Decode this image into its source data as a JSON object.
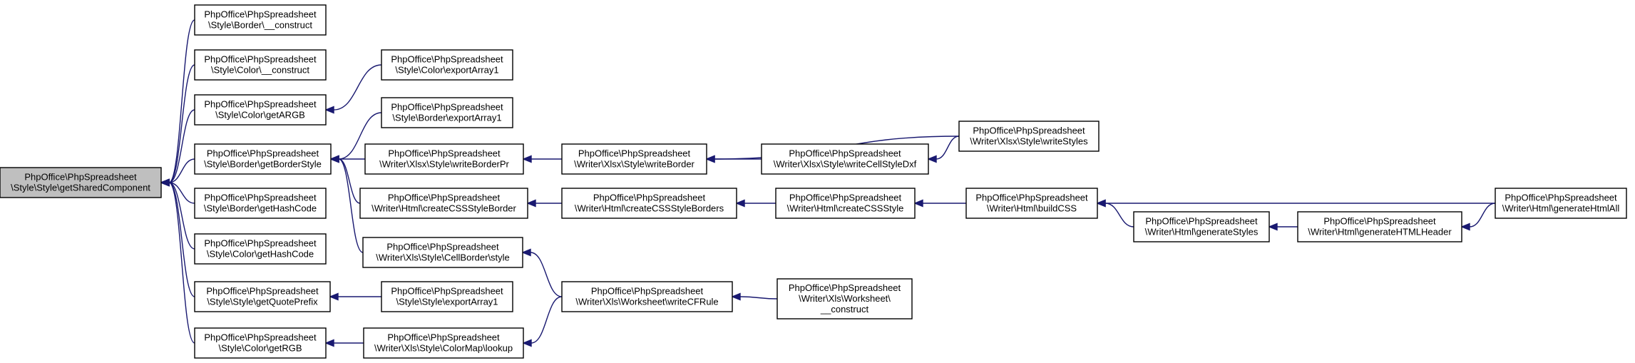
{
  "graph": {
    "title": "",
    "colors": {
      "edge": "#191970",
      "root_fill": "#bfbfbf",
      "node_fill": "#ffffff",
      "border": "#000000"
    },
    "nodes": [
      {
        "id": "root",
        "lines": [
          "PhpOffice\\PhpSpreadsheet",
          "\\Style\\Style\\getSharedComponent"
        ]
      },
      {
        "id": "border_construct",
        "lines": [
          "PhpOffice\\PhpSpreadsheet",
          "\\Style\\Border\\__construct"
        ]
      },
      {
        "id": "color_construct",
        "lines": [
          "PhpOffice\\PhpSpreadsheet",
          "\\Style\\Color\\__construct"
        ]
      },
      {
        "id": "color_getargb",
        "lines": [
          "PhpOffice\\PhpSpreadsheet",
          "\\Style\\Color\\getARGB"
        ]
      },
      {
        "id": "border_getborderstyle",
        "lines": [
          "PhpOffice\\PhpSpreadsheet",
          "\\Style\\Border\\getBorderStyle"
        ]
      },
      {
        "id": "border_gethashcode",
        "lines": [
          "PhpOffice\\PhpSpreadsheet",
          "\\Style\\Border\\getHashCode"
        ]
      },
      {
        "id": "color_gethashcode",
        "lines": [
          "PhpOffice\\PhpSpreadsheet",
          "\\Style\\Color\\getHashCode"
        ]
      },
      {
        "id": "style_getquoteprefix",
        "lines": [
          "PhpOffice\\PhpSpreadsheet",
          "\\Style\\Style\\getQuotePrefix"
        ]
      },
      {
        "id": "color_getrgb",
        "lines": [
          "PhpOffice\\PhpSpreadsheet",
          "\\Style\\Color\\getRGB"
        ]
      },
      {
        "id": "color_exportarray1",
        "lines": [
          "PhpOffice\\PhpSpreadsheet",
          "\\Style\\Color\\exportArray1"
        ]
      },
      {
        "id": "border_exportarray1",
        "lines": [
          "PhpOffice\\PhpSpreadsheet",
          "\\Style\\Border\\exportArray1"
        ]
      },
      {
        "id": "xlsx_writeborderpr",
        "lines": [
          "PhpOffice\\PhpSpreadsheet",
          "\\Writer\\Xlsx\\Style\\writeBorderPr"
        ]
      },
      {
        "id": "html_createcssstyleborder",
        "lines": [
          "PhpOffice\\PhpSpreadsheet",
          "\\Writer\\Html\\createCSSStyleBorder"
        ]
      },
      {
        "id": "xls_cellborder_style",
        "lines": [
          "PhpOffice\\PhpSpreadsheet",
          "\\Writer\\Xls\\Style\\CellBorder\\style"
        ]
      },
      {
        "id": "style_exportarray1",
        "lines": [
          "PhpOffice\\PhpSpreadsheet",
          "\\Style\\Style\\exportArray1"
        ]
      },
      {
        "id": "xls_colormap_lookup",
        "lines": [
          "PhpOffice\\PhpSpreadsheet",
          "\\Writer\\Xls\\Style\\ColorMap\\lookup"
        ]
      },
      {
        "id": "xlsx_writeborder",
        "lines": [
          "PhpOffice\\PhpSpreadsheet",
          "\\Writer\\Xlsx\\Style\\writeBorder"
        ]
      },
      {
        "id": "html_createcssstyleborders",
        "lines": [
          "PhpOffice\\PhpSpreadsheet",
          "\\Writer\\Html\\createCSSStyleBorders"
        ]
      },
      {
        "id": "xls_worksheet_writecfrule",
        "lines": [
          "PhpOffice\\PhpSpreadsheet",
          "\\Writer\\Xls\\Worksheet\\writeCFRule"
        ]
      },
      {
        "id": "xlsx_writecellstyledxf",
        "lines": [
          "PhpOffice\\PhpSpreadsheet",
          "\\Writer\\Xlsx\\Style\\writeCellStyleDxf"
        ]
      },
      {
        "id": "html_createcssstyle",
        "lines": [
          "PhpOffice\\PhpSpreadsheet",
          "\\Writer\\Html\\createCSSStyle"
        ]
      },
      {
        "id": "xls_worksheet_construct",
        "lines": [
          "PhpOffice\\PhpSpreadsheet",
          "\\Writer\\Xls\\Worksheet\\",
          "__construct"
        ]
      },
      {
        "id": "xlsx_writestyles",
        "lines": [
          "PhpOffice\\PhpSpreadsheet",
          "\\Writer\\Xlsx\\Style\\writeStyles"
        ]
      },
      {
        "id": "html_buildcss",
        "lines": [
          "PhpOffice\\PhpSpreadsheet",
          "\\Writer\\Html\\buildCSS"
        ]
      },
      {
        "id": "html_generatestyles",
        "lines": [
          "PhpOffice\\PhpSpreadsheet",
          "\\Writer\\Html\\generateStyles"
        ]
      },
      {
        "id": "html_generatehtmlheader",
        "lines": [
          "PhpOffice\\PhpSpreadsheet",
          "\\Writer\\Html\\generateHTMLHeader"
        ]
      },
      {
        "id": "html_generatehtmlall",
        "lines": [
          "PhpOffice\\PhpSpreadsheet",
          "\\Writer\\Html\\generateHtmlAll"
        ]
      }
    ],
    "edges": [
      {
        "from": "border_construct",
        "to": "root"
      },
      {
        "from": "color_construct",
        "to": "root"
      },
      {
        "from": "color_getargb",
        "to": "root"
      },
      {
        "from": "border_getborderstyle",
        "to": "root"
      },
      {
        "from": "border_gethashcode",
        "to": "root"
      },
      {
        "from": "color_gethashcode",
        "to": "root"
      },
      {
        "from": "style_getquoteprefix",
        "to": "root"
      },
      {
        "from": "color_getrgb",
        "to": "root"
      },
      {
        "from": "color_exportarray1",
        "to": "color_getargb"
      },
      {
        "from": "border_exportarray1",
        "to": "border_getborderstyle"
      },
      {
        "from": "xlsx_writeborderpr",
        "to": "border_getborderstyle"
      },
      {
        "from": "html_createcssstyleborder",
        "to": "border_getborderstyle"
      },
      {
        "from": "xls_cellborder_style",
        "to": "border_getborderstyle"
      },
      {
        "from": "style_exportarray1",
        "to": "style_getquoteprefix"
      },
      {
        "from": "xls_colormap_lookup",
        "to": "color_getrgb"
      },
      {
        "from": "xlsx_writeborder",
        "to": "xlsx_writeborderpr"
      },
      {
        "from": "html_createcssstyleborders",
        "to": "html_createcssstyleborder"
      },
      {
        "from": "xls_worksheet_writecfrule",
        "to": "xls_cellborder_style"
      },
      {
        "from": "xls_worksheet_writecfrule",
        "to": "xls_colormap_lookup"
      },
      {
        "from": "xlsx_writestyles",
        "to": "xlsx_writeborder"
      },
      {
        "from": "xlsx_writecellstyledxf",
        "to": "xlsx_writeborder"
      },
      {
        "from": "html_createcssstyle",
        "to": "html_createcssstyleborders"
      },
      {
        "from": "xls_worksheet_construct",
        "to": "xls_worksheet_writecfrule"
      },
      {
        "from": "xlsx_writestyles",
        "to": "xlsx_writecellstyledxf"
      },
      {
        "from": "html_buildcss",
        "to": "html_createcssstyle"
      },
      {
        "from": "html_generatehtmlall",
        "to": "html_buildcss"
      },
      {
        "from": "html_generatestyles",
        "to": "html_buildcss"
      },
      {
        "from": "html_generatehtmlheader",
        "to": "html_generatestyles"
      },
      {
        "from": "html_generatehtmlall",
        "to": "html_generatehtmlheader"
      }
    ]
  }
}
